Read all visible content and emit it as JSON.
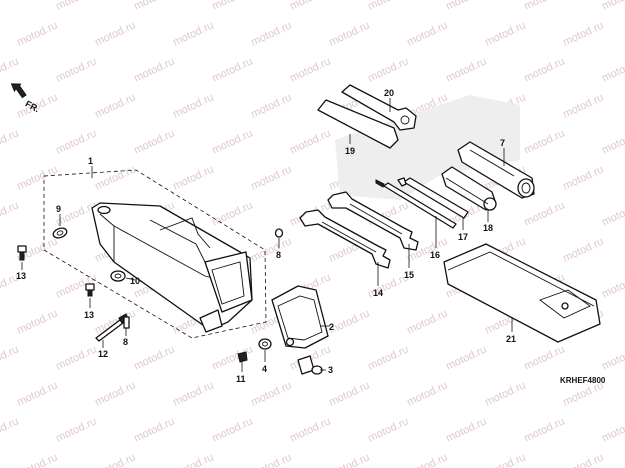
{
  "direction_label": "FR.",
  "diagram_code": "KRHEF4800",
  "watermark_text": "motod.ru",
  "callouts": {
    "c1": "1",
    "c2": "2",
    "c3": "3",
    "c4": "4",
    "c7": "7",
    "c8a": "8",
    "c8b": "8",
    "c9": "9",
    "c10": "10",
    "c11": "11",
    "c12": "12",
    "c13a": "13",
    "c13b": "13",
    "c14": "14",
    "c15": "15",
    "c16": "16",
    "c17": "17",
    "c18": "18",
    "c19": "19",
    "c20": "20",
    "c21": "21"
  },
  "colors": {
    "line": "#111111",
    "watermark": "#e2c9c9",
    "background": "#ffffff"
  }
}
